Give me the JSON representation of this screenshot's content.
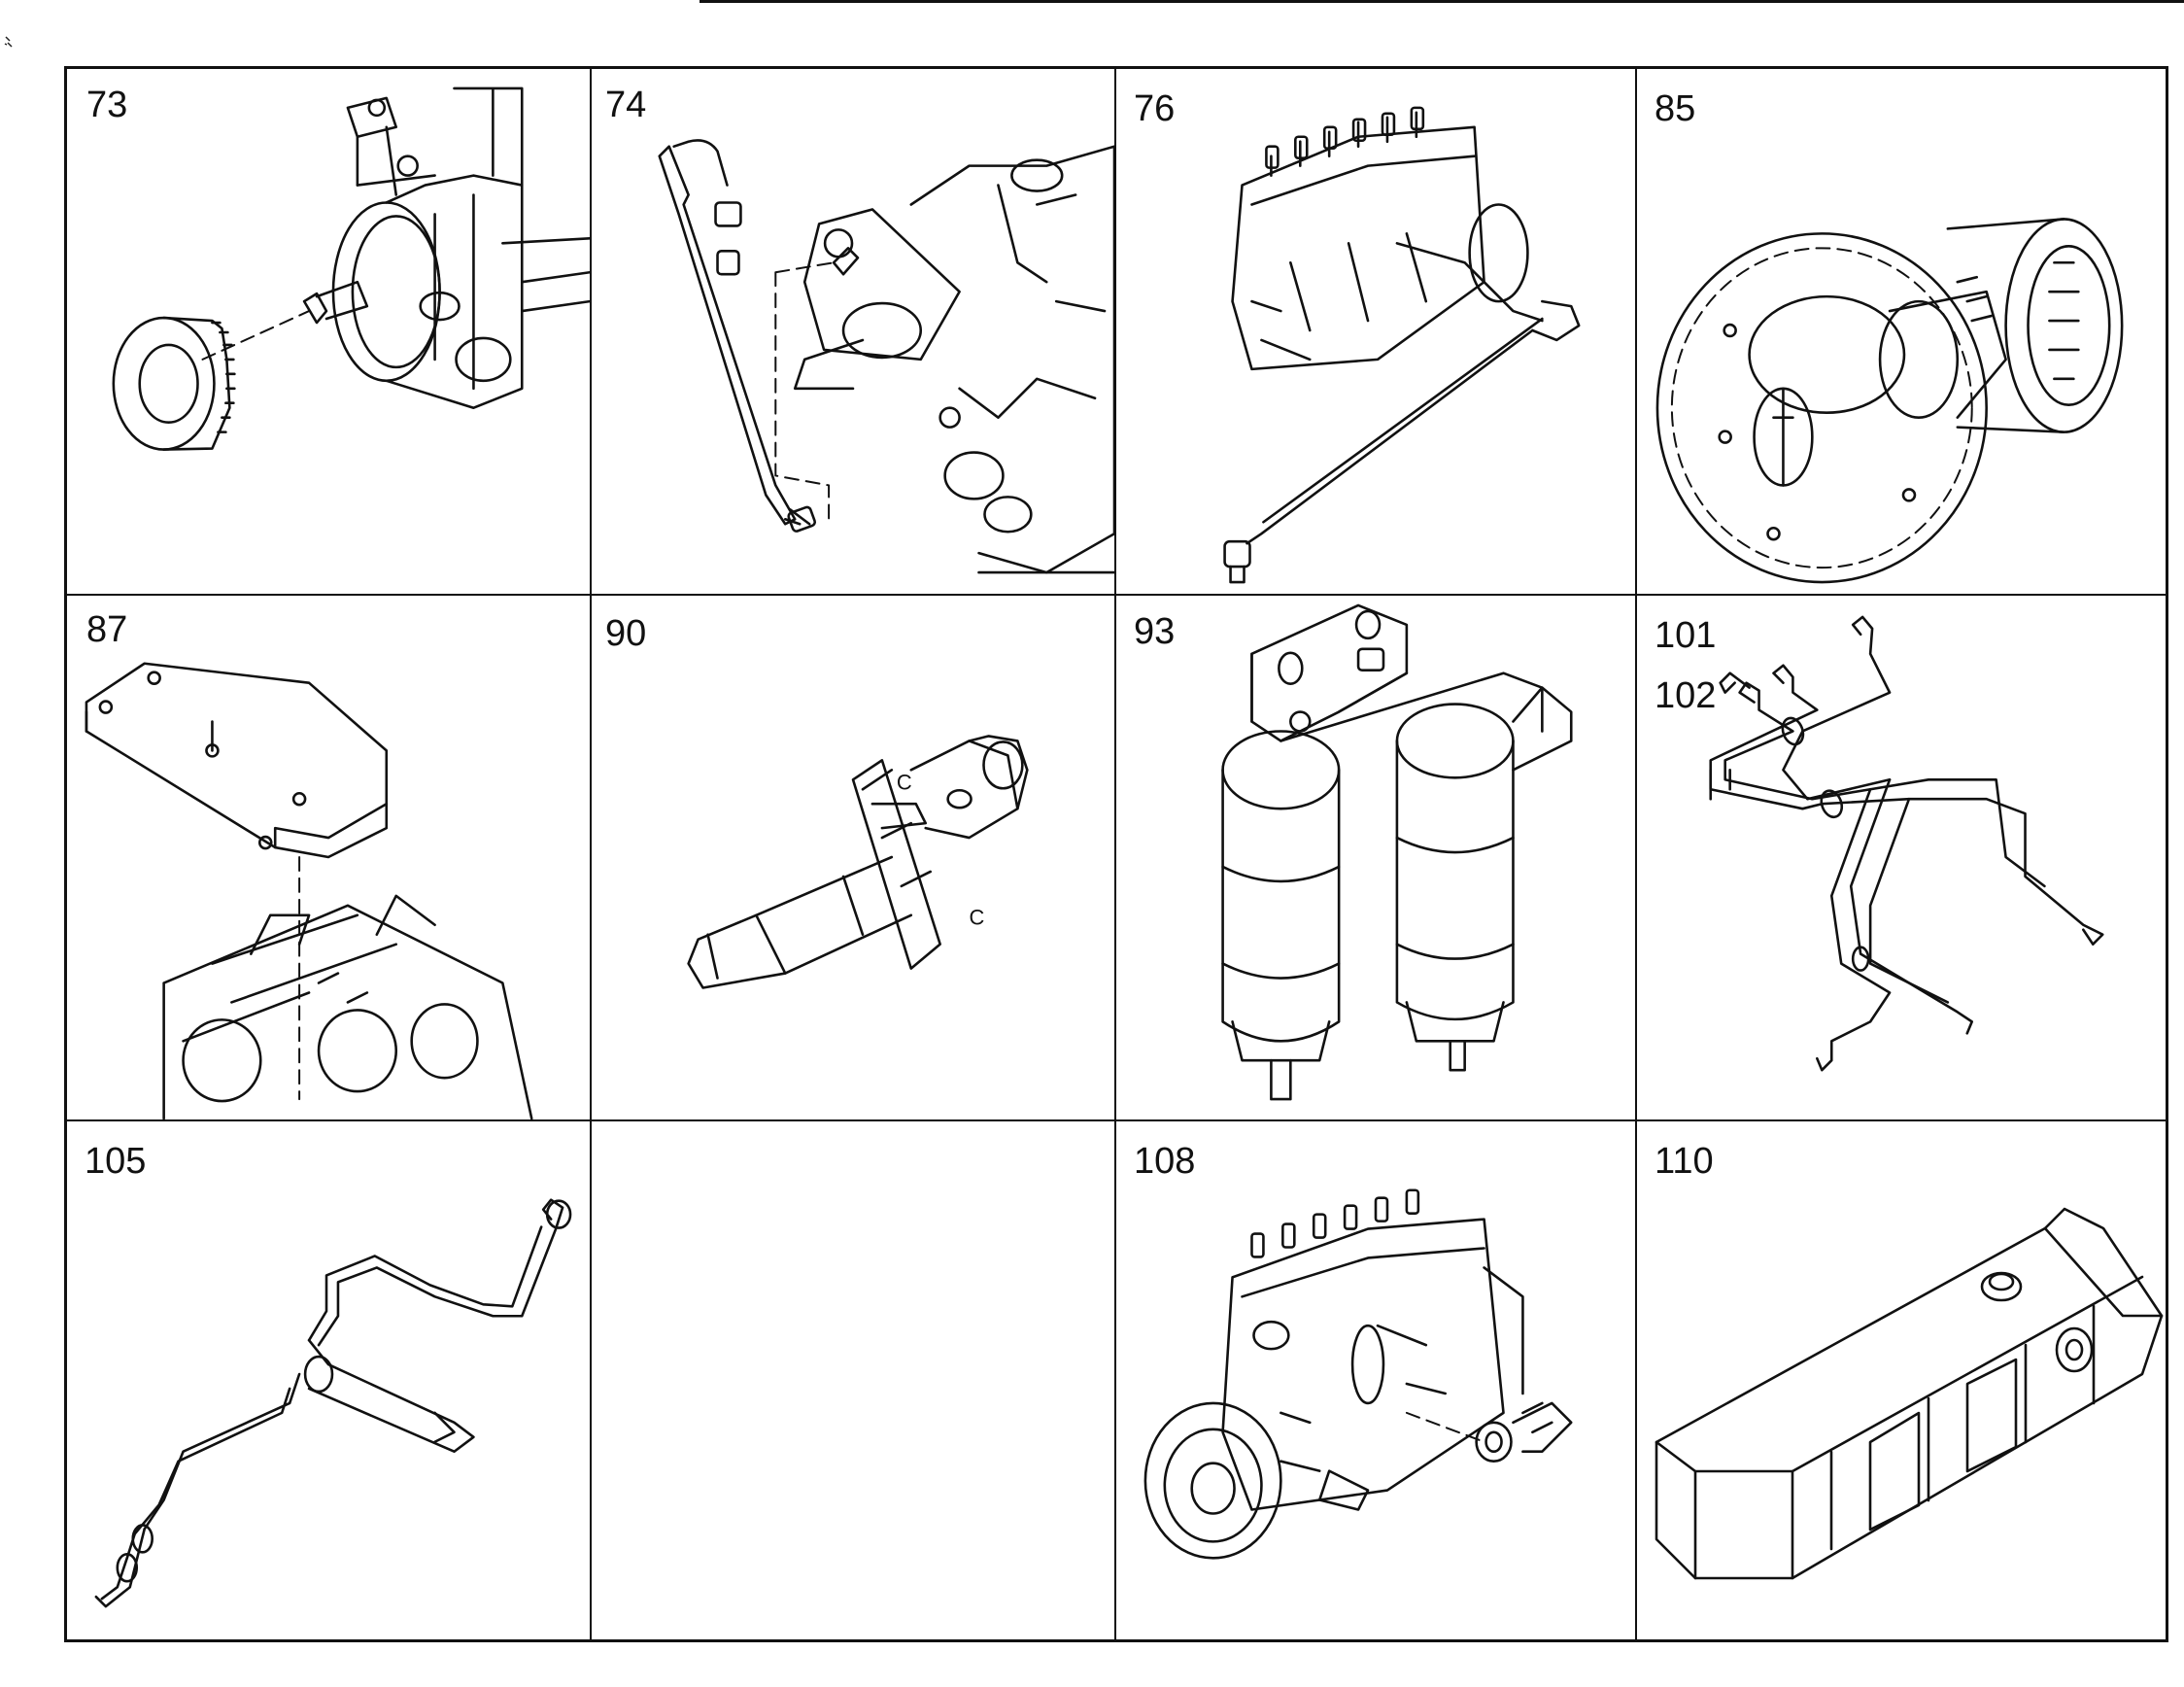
{
  "parts": [
    {
      "label": "73",
      "icon": "injection-pump-gear-icon"
    },
    {
      "label": "74",
      "icon": "pump-oil-pipe-icon"
    },
    {
      "label": "76",
      "icon": "pump-return-pipe-icon"
    },
    {
      "label": "85",
      "icon": "timer-gear-assembly-icon"
    },
    {
      "label": "87",
      "icon": "cover-plate-icon"
    },
    {
      "label": "90",
      "icon": "injector-nozzle-icon"
    },
    {
      "label": "93",
      "icon": "dual-fuel-filter-icon"
    },
    {
      "label": "101",
      "label2": "102",
      "icon": "injection-pipe-set-icon"
    },
    {
      "label": "105",
      "icon": "leak-off-pipe-icon"
    },
    {
      "label": "",
      "icon": ""
    },
    {
      "label": "108",
      "icon": "injection-pump-assembly-icon"
    },
    {
      "label": "110",
      "icon": "rocker-cover-icon"
    }
  ]
}
